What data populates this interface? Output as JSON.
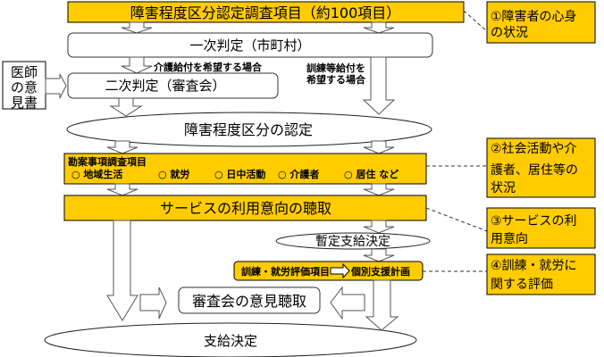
{
  "diagram": {
    "title_box": "障害程度区分認定調査項目（約100項目）",
    "primary_judgment": "一次判定（市町村）",
    "care_benefit_label": "介護給付を希望する場合",
    "training_benefit_label": [
      "訓練等給付を",
      "希望する場合"
    ],
    "doctor_opinion": [
      "医師",
      "の意",
      "見書"
    ],
    "secondary_judgment": "二次判定（審査会）",
    "disability_level_certification": "障害程度区分の認定",
    "consideration_items": {
      "title": "勘案事項調査項目",
      "items": [
        "○ 地域生活",
        "○ 就労",
        "○ 日中活動",
        "○ 介護者",
        "○ 居住 など"
      ]
    },
    "service_intent_hearing": "サービスの利用意向の聴取",
    "provisional_decision": "暫定支給決定",
    "evaluation_flow": {
      "from": "訓練・就労評価項目",
      "to": "個別支援計画"
    },
    "review_board_hearing": "審査会の意見聴取",
    "final_decision": "支給決定"
  },
  "notes": [
    {
      "lines": [
        "①障害者の心身",
        "の状況"
      ]
    },
    {
      "lines": [
        "②社会活動や介",
        "護者、居住等の",
        "状況"
      ]
    },
    {
      "lines": [
        "③サービスの利",
        "用意向"
      ]
    },
    {
      "lines": [
        "④訓練・就労に",
        "関する評価"
      ]
    }
  ],
  "colors": {
    "highlight": "#FFCC00",
    "border": "#000000",
    "arrow_stroke": "#555555"
  }
}
